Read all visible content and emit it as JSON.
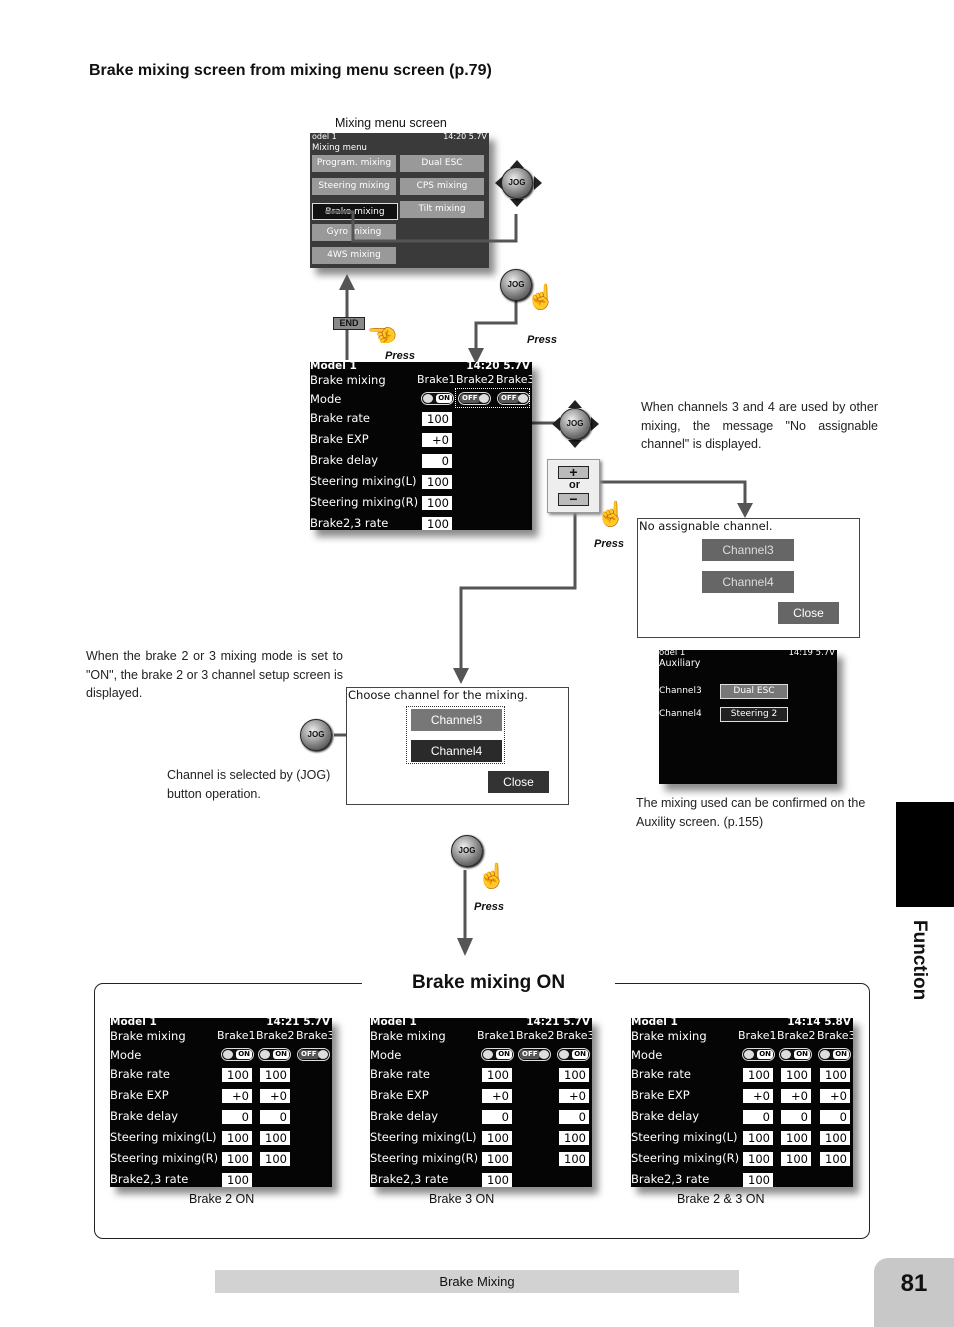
{
  "heading": "Brake mixing screen from mixing menu screen (p.79)",
  "mixing_menu": {
    "caption": "Mixing menu screen",
    "top": "odel 1",
    "time": "14:20 5.7V",
    "title": "Mixing menu",
    "items": [
      "Program. mixing",
      "Dual ESC",
      "Steering mixing",
      "CPS mixing",
      "Brake mixing",
      "Tilt mixing",
      "Gyro mixing",
      "4WS mixing"
    ]
  },
  "press": "Press",
  "end_label": "END",
  "jog_label": "JOG",
  "or_label": "or",
  "note_channels": "When channels 3 and 4 are used by other mixing, the message \"No assignable channel\" is displayed.",
  "no_assign": {
    "title": "No assignable channel.",
    "ch3": "Channel3",
    "ch4": "Channel4",
    "close": "Close"
  },
  "aux": {
    "top": "odel 1",
    "time": "14:19 5.7V",
    "title": "Auxiliary",
    "rows": [
      {
        "label": "Channel3",
        "value": "Dual ESC"
      },
      {
        "label": "Channel4",
        "value": "Steering 2"
      }
    ]
  },
  "note_aux": "The mixing used can be confirmed on the Auxility screen. (p.155)",
  "note_brake_mode": "When the brake 2 or 3 mixing mode is set to \"ON\", the brake 2 or 3 channel setup screen is displayed.",
  "note_jog": "Channel is selected by (JOG) button operation.",
  "choose": {
    "title": "Choose channel for the mixing.",
    "ch3": "Channel3",
    "ch4": "Channel4",
    "close": "Close"
  },
  "main_screen": {
    "model": "Model 1",
    "time": "14:20 5.7V",
    "title": "Brake mixing",
    "cols": [
      "Brake1",
      "Brake2",
      "Brake3"
    ],
    "mode_label": "Mode",
    "toggles": [
      "ON",
      "OFF",
      "OFF"
    ],
    "rows": [
      {
        "label": "Brake rate",
        "value": "100"
      },
      {
        "label": "Brake EXP",
        "value": "+0"
      },
      {
        "label": "Brake delay",
        "value": "0"
      },
      {
        "label": "Steering mixing(L)",
        "value": "100"
      },
      {
        "label": "Steering mixing(R)",
        "value": "100"
      },
      {
        "label": "Brake2,3 rate",
        "value": "100"
      }
    ]
  },
  "on_title": "Brake mixing ON",
  "screens": [
    {
      "caption": "Brake 2 ON",
      "time": "14:21 5.7V",
      "toggles": [
        "ON",
        "ON",
        "OFF"
      ],
      "rows": [
        [
          "100",
          "100",
          ""
        ],
        [
          "+0",
          "+0",
          ""
        ],
        [
          "0",
          "0",
          ""
        ],
        [
          "100",
          "100",
          ""
        ],
        [
          "100",
          "100",
          ""
        ],
        [
          "100",
          "",
          ""
        ]
      ]
    },
    {
      "caption": "Brake 3 ON",
      "time": "14:21 5.7V",
      "toggles": [
        "ON",
        "OFF",
        "ON"
      ],
      "rows": [
        [
          "100",
          "",
          "100"
        ],
        [
          "+0",
          "",
          "+0"
        ],
        [
          "0",
          "",
          "0"
        ],
        [
          "100",
          "",
          "100"
        ],
        [
          "100",
          "",
          "100"
        ],
        [
          "100",
          "",
          ""
        ]
      ]
    },
    {
      "caption": "Brake 2 & 3 ON",
      "time": "14:14 5.8V",
      "toggles": [
        "ON",
        "ON",
        "ON"
      ],
      "rows": [
        [
          "100",
          "100",
          "100"
        ],
        [
          "+0",
          "+0",
          "+0"
        ],
        [
          "0",
          "0",
          "0"
        ],
        [
          "100",
          "100",
          "100"
        ],
        [
          "100",
          "100",
          "100"
        ],
        [
          "100",
          "",
          ""
        ]
      ]
    }
  ],
  "side_tab": "Function",
  "footer": "Brake Mixing",
  "page_number": "81"
}
